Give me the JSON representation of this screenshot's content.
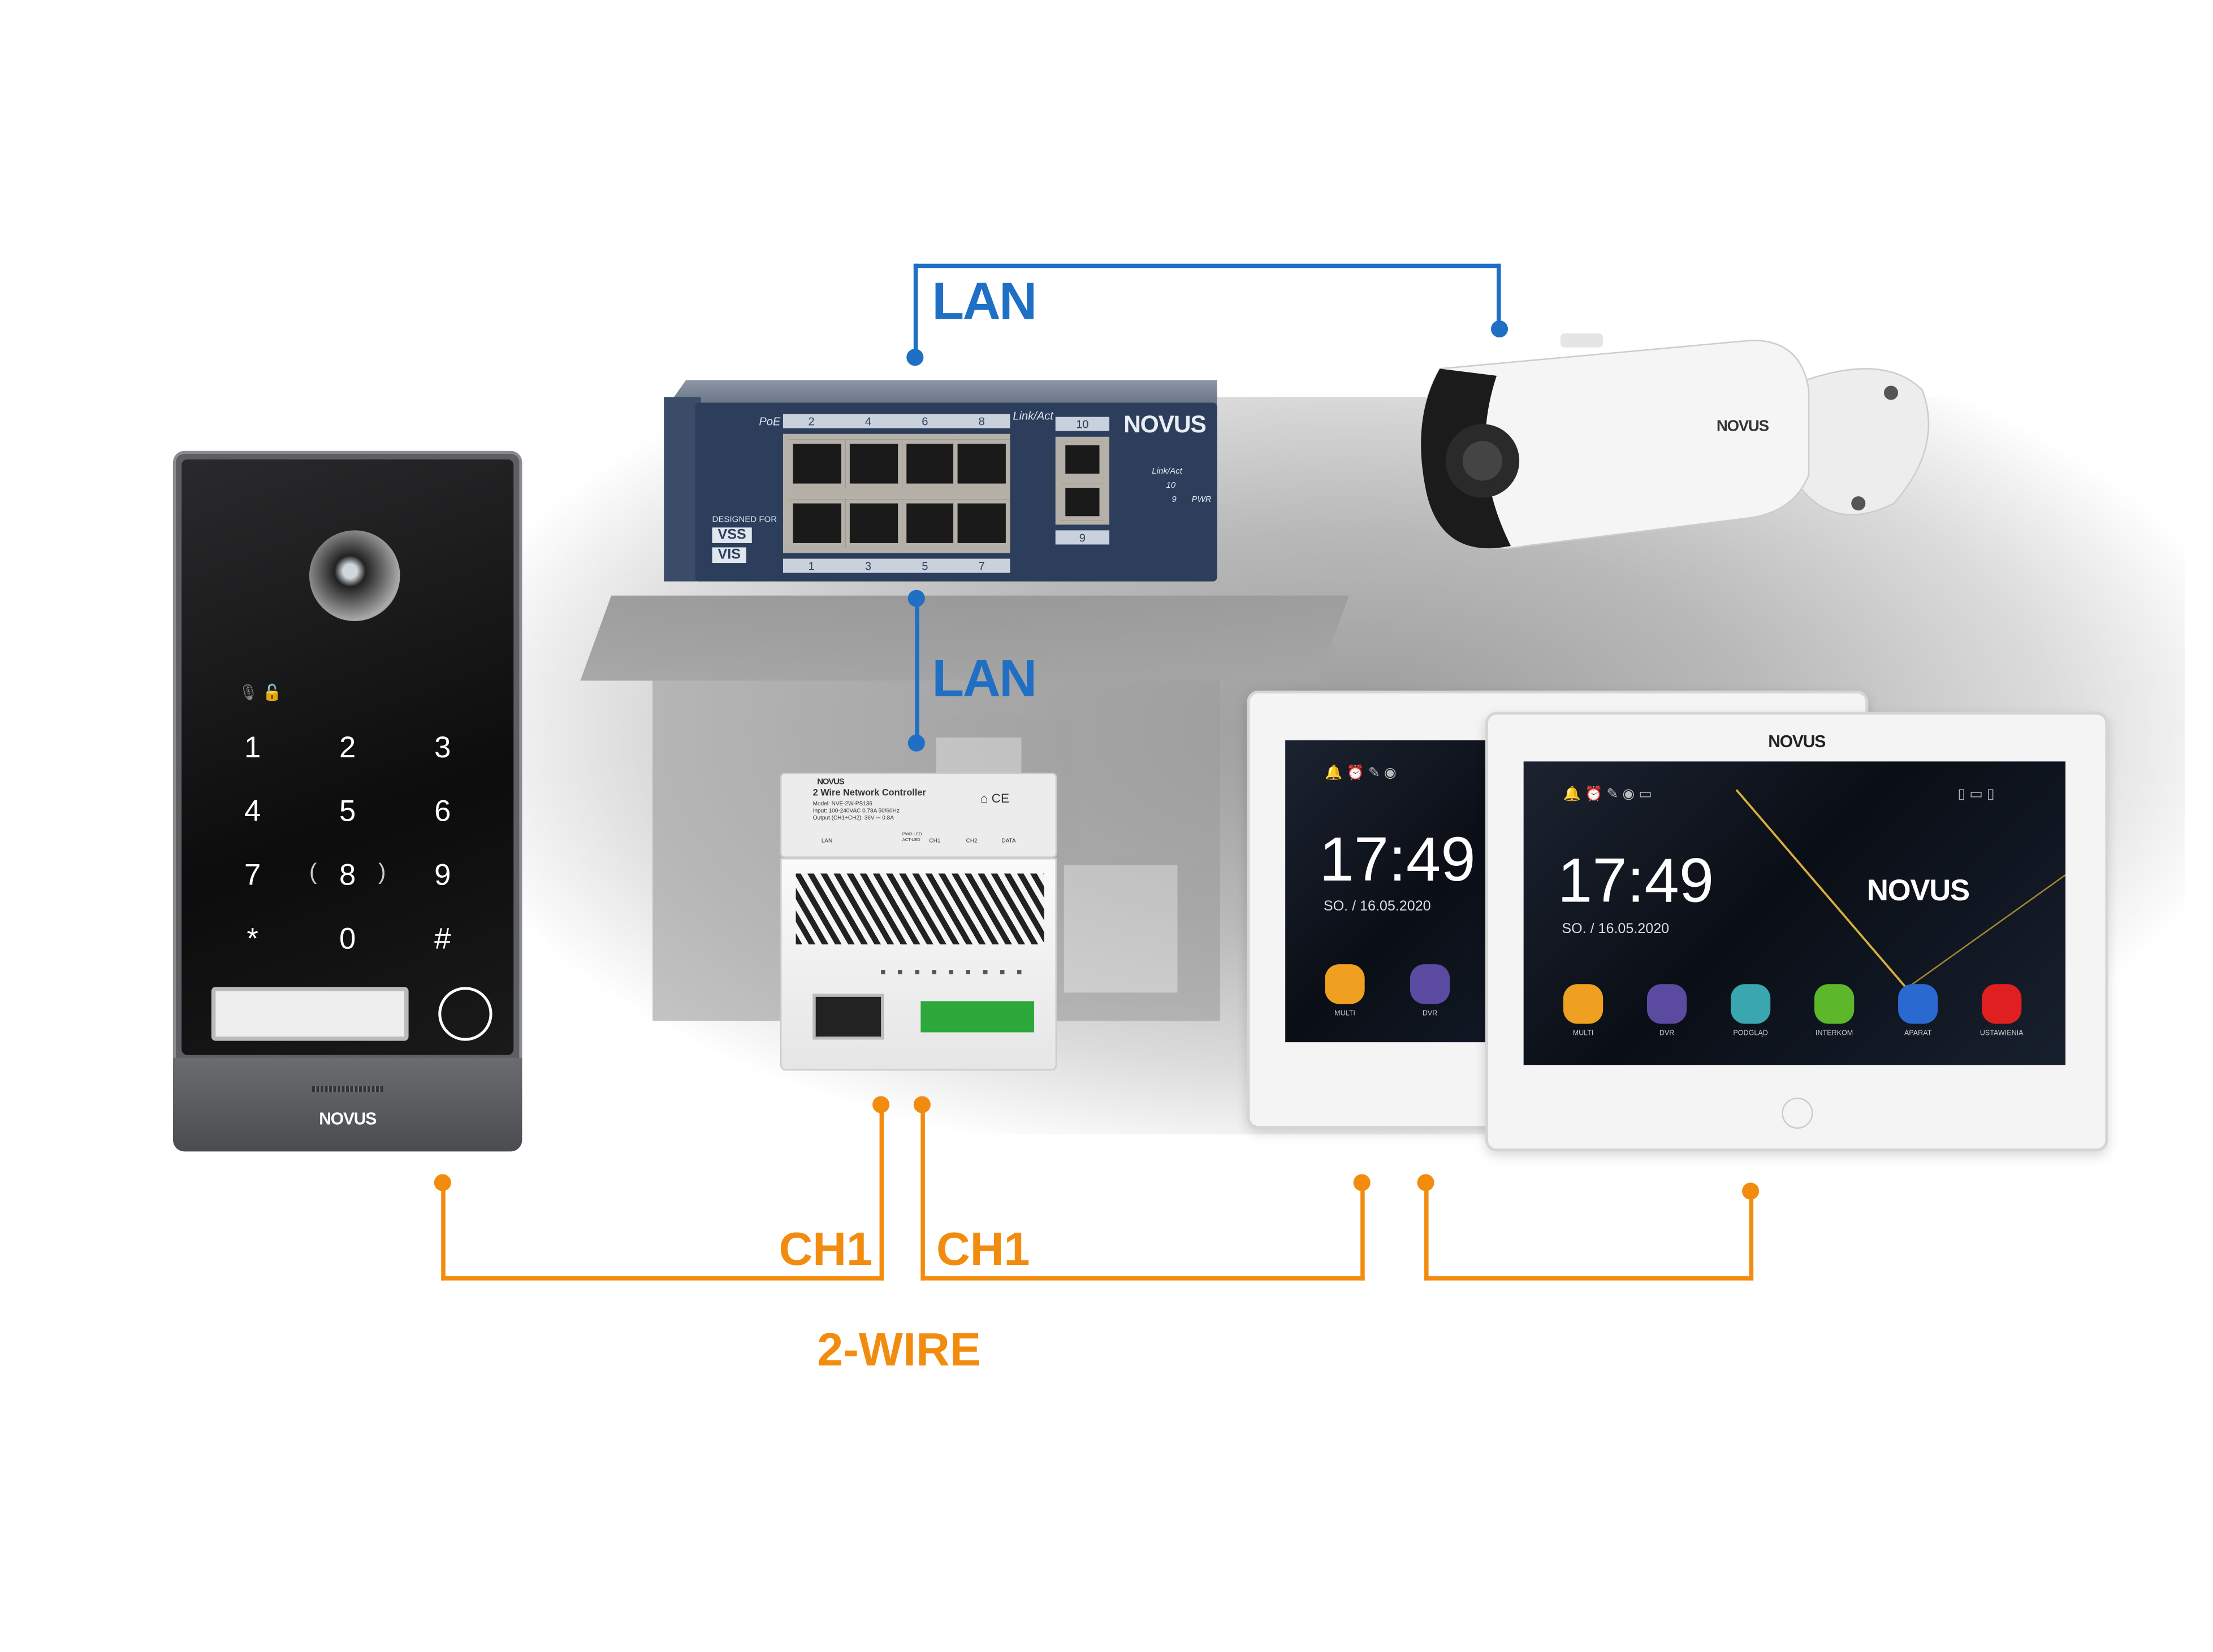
{
  "connections": {
    "lan_top": "LAN",
    "lan_mid": "LAN",
    "ch1_left": "CH1",
    "ch1_right": "CH1",
    "two_wire": "2-WIRE"
  },
  "colors": {
    "lan": "#1f6fc5",
    "two_wire": "#f28c0f"
  },
  "door_station": {
    "keys": [
      "1",
      "2",
      "3",
      "4",
      "5",
      "6",
      "7",
      "8",
      "9",
      "*",
      "0",
      "#"
    ],
    "logo": "NOVUS"
  },
  "switch": {
    "logo": "NOVUS",
    "poe": "PoE",
    "top_ports": [
      "2",
      "4",
      "6",
      "8"
    ],
    "bottom_ports": [
      "1",
      "3",
      "5",
      "7"
    ],
    "link_act": "Link/Act",
    "uplink_top": "10",
    "uplink_bottom": "9",
    "led_link_act": "Link/Act",
    "led_10": "10",
    "led_9": "9",
    "led_pwr": "PWR",
    "designed_for": "DESIGNED FOR",
    "vss": "VSS",
    "vis": "VIS"
  },
  "camera": {
    "logo": "NOVUS"
  },
  "controller": {
    "logo": "NOVUS",
    "title": "2 Wire Network Controller",
    "model": "Model: NVE-2W-PS136",
    "input": "Input: 100-240VAC  0.78A  50/60Hz",
    "output": "Output (CH1+CH2): 36V ⎓ 0.8A",
    "labels": [
      "LAN",
      "PWR-LED",
      "ACT-LED",
      "CH1",
      "CH2",
      "DATA"
    ]
  },
  "monitor_back": {
    "time": "17:49",
    "date": "SO. / 16.05.2020",
    "apps": [
      {
        "label": "MULTI",
        "color": "#f0a020"
      },
      {
        "label": "DVR",
        "color": "#5a4aa0"
      }
    ]
  },
  "monitor_front": {
    "logo": "NOVUS",
    "screen_logo": "NOVUS",
    "time": "17:49",
    "date": "SO. / 16.05.2020",
    "apps": [
      {
        "label": "MULTI",
        "color": "#f0a020"
      },
      {
        "label": "DVR",
        "color": "#5a4aa0"
      },
      {
        "label": "PODGLĄD",
        "color": "#3aa6b0"
      },
      {
        "label": "INTERKOM",
        "color": "#5cb82a"
      },
      {
        "label": "APARAT",
        "color": "#2a6ad0"
      },
      {
        "label": "USTAWIENIA",
        "color": "#e02020"
      }
    ]
  }
}
